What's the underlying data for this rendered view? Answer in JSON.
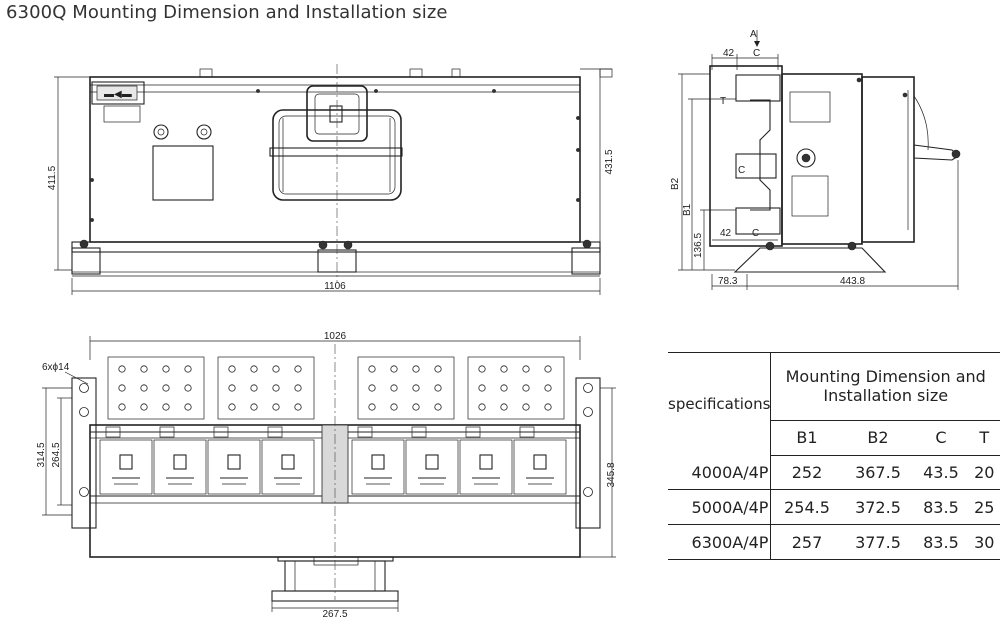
{
  "title": "6300Q Mounting Dimension and Installation size",
  "front_view": {
    "width_dim": "1106",
    "left_height_dim": "411.5",
    "right_height_dim": "431.5"
  },
  "side_view": {
    "label_a": "A",
    "label_42_top": "42",
    "label_c_top": "C",
    "label_t": "T",
    "label_c_mid": "C",
    "label_b2": "B2",
    "label_b1": "B1",
    "label_136": "136.5",
    "label_42_bottom": "42",
    "label_c_bottom": "C",
    "label_78": "78.3",
    "label_443": "443.8"
  },
  "top_view": {
    "width_dim": "1026",
    "hole_dim": "6xϕ14",
    "left_outer_dim": "314.5",
    "left_inner_dim": "264.5",
    "right_dim": "345.8",
    "bottom_dim": "267.5"
  },
  "table": {
    "specifications_label": "specifications",
    "group_header": "Mounting Dimension and Installation size",
    "columns": [
      "B1",
      "B2",
      "C",
      "T"
    ],
    "rows": [
      {
        "name": "4000A/4P",
        "values": [
          "252",
          "367.5",
          "43.5",
          "20"
        ]
      },
      {
        "name": "5000A/4P",
        "values": [
          "254.5",
          "372.5",
          "83.5",
          "25"
        ]
      },
      {
        "name": "6300A/4P",
        "values": [
          "257",
          "377.5",
          "83.5",
          "30"
        ]
      }
    ]
  }
}
